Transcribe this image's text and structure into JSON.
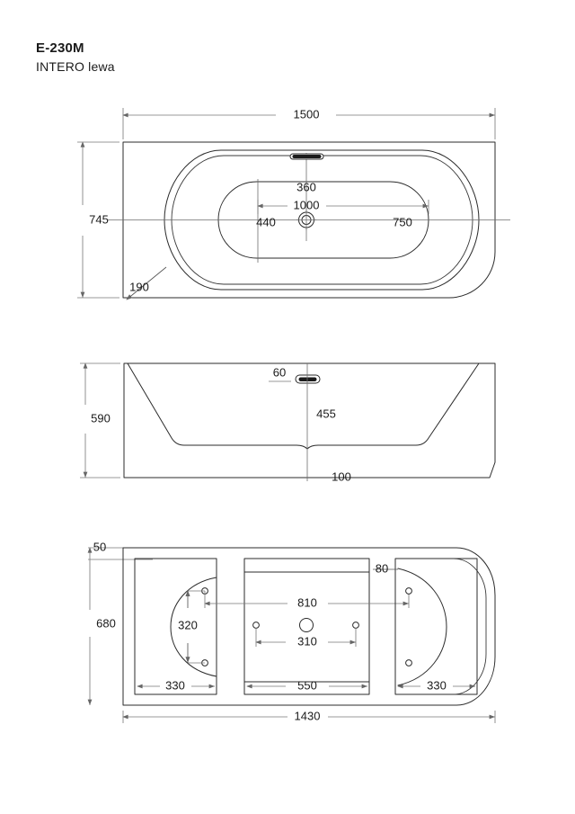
{
  "title": {
    "code": "E-230M",
    "name": "INTERO lewa"
  },
  "views": {
    "top": {
      "label": "top-view"
    },
    "side": {
      "label": "side-view"
    },
    "bottom": {
      "label": "bottom-view"
    }
  },
  "dimensions": {
    "top": {
      "overall_length": "1500",
      "overall_width": "745",
      "corner_radius": "190",
      "overflow_to_center": "360",
      "inner_length": "1000",
      "drain_from_left_inner": "440",
      "drain_from_right": "750"
    },
    "side": {
      "overall_height": "590",
      "overflow_height": "60",
      "inner_depth": "455",
      "base_height": "100"
    },
    "bottom": {
      "rim_offset": "50",
      "overall_width": "680",
      "overall_length": "1430",
      "panel_left_width": "330",
      "panel_middle_width": "550",
      "panel_right_width": "330",
      "feet_span_vertical": "320",
      "feet_span_outer": "810",
      "feet_span_middle": "310",
      "edge_offset": "80"
    }
  },
  "icons": {
    "overflow": "overflow-slot-icon",
    "drain": "drain-outlet-icon",
    "foot": "support-foot-icon"
  },
  "colors": {
    "outline": "#2b2b2b",
    "dimension": "#777777",
    "text": "#1a1a1a",
    "background": "#ffffff"
  }
}
